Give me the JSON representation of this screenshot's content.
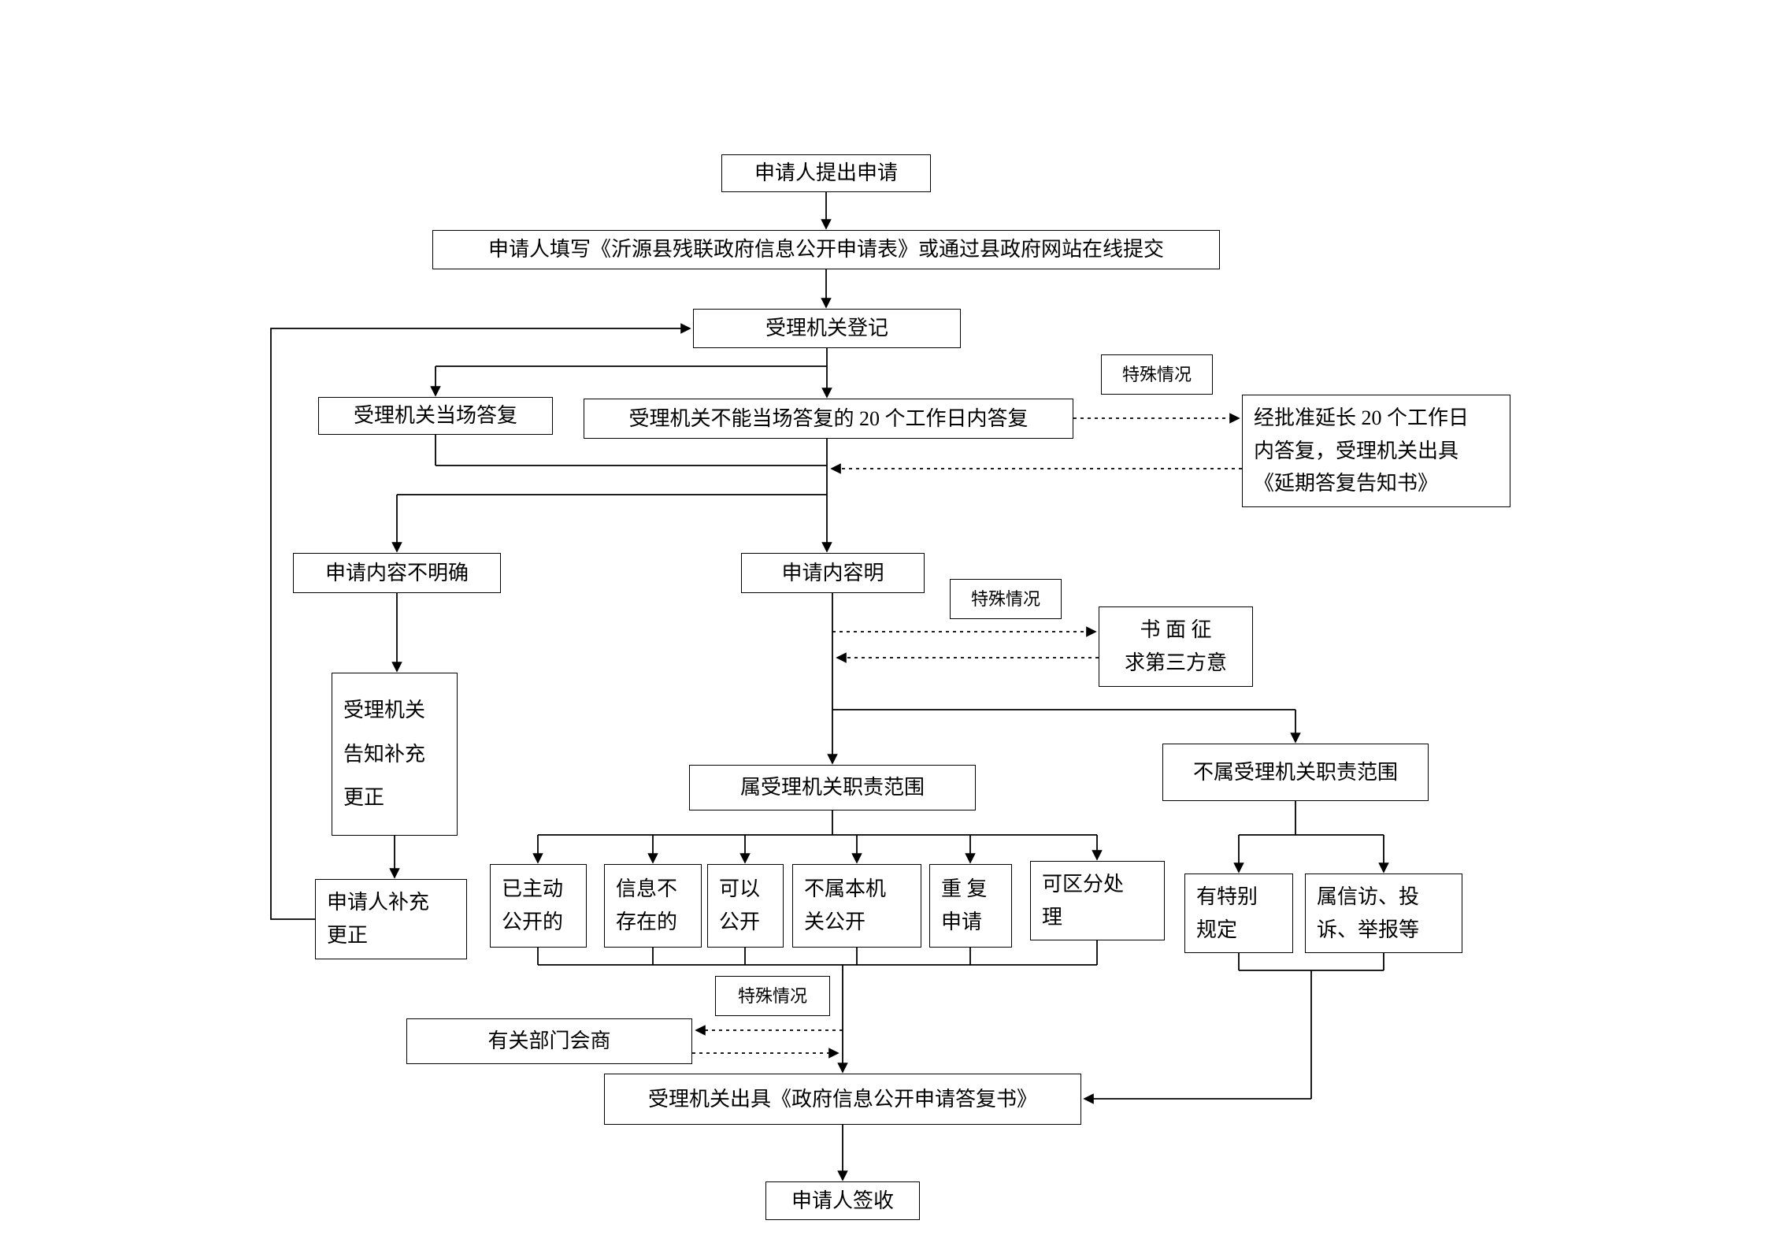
{
  "nodes": {
    "start": {
      "label": "申请人提出申请"
    },
    "form": {
      "label": "申请人填写《沂源县残联政府信息公开申请表》或通过县政府网站在线提交"
    },
    "register": {
      "label": "受理机关登记"
    },
    "onspot": {
      "label": "受理机关当场答复"
    },
    "within20": {
      "label": "受理机关不能当场答复的 20 个工作日内答复"
    },
    "special1": {
      "label": "特殊情况"
    },
    "extend": {
      "label": "经批准延长 20 个工作日\n内答复，受理机关出具\n《延期答复告知书》"
    },
    "unclear": {
      "label": "申请内容不明确"
    },
    "clear": {
      "label": "申请内容明"
    },
    "special2": {
      "label": "特殊情况"
    },
    "thirdparty": {
      "label": "书 面 征\n求第三方意"
    },
    "notify": {
      "label": "受理机关\n告知补充\n更正"
    },
    "inscope": {
      "label": "属受理机关职责范围"
    },
    "outscope": {
      "label": "不属受理机关职责范围"
    },
    "supplement": {
      "label": "申请人补充\n更正"
    },
    "already": {
      "label": "已主动\n公开的"
    },
    "notexist": {
      "label": "信息不\n存在的"
    },
    "canopen": {
      "label": "可以\n公开"
    },
    "notthis": {
      "label": "不属本机\n关公开"
    },
    "repeat": {
      "label": "重 复\n申请"
    },
    "divisible": {
      "label": "可区分处\n理"
    },
    "specialrule": {
      "label": "有特别\n规定"
    },
    "petition": {
      "label": "属信访、投\n诉、举报等"
    },
    "special3": {
      "label": "特殊情况"
    },
    "consult": {
      "label": "有关部门会商"
    },
    "replydoc": {
      "label": "受理机关出具《政府信息公开申请答复书》"
    },
    "sign": {
      "label": "申请人签收"
    }
  },
  "style": {
    "line_color": "#000000",
    "box_background": "#ffffff"
  }
}
